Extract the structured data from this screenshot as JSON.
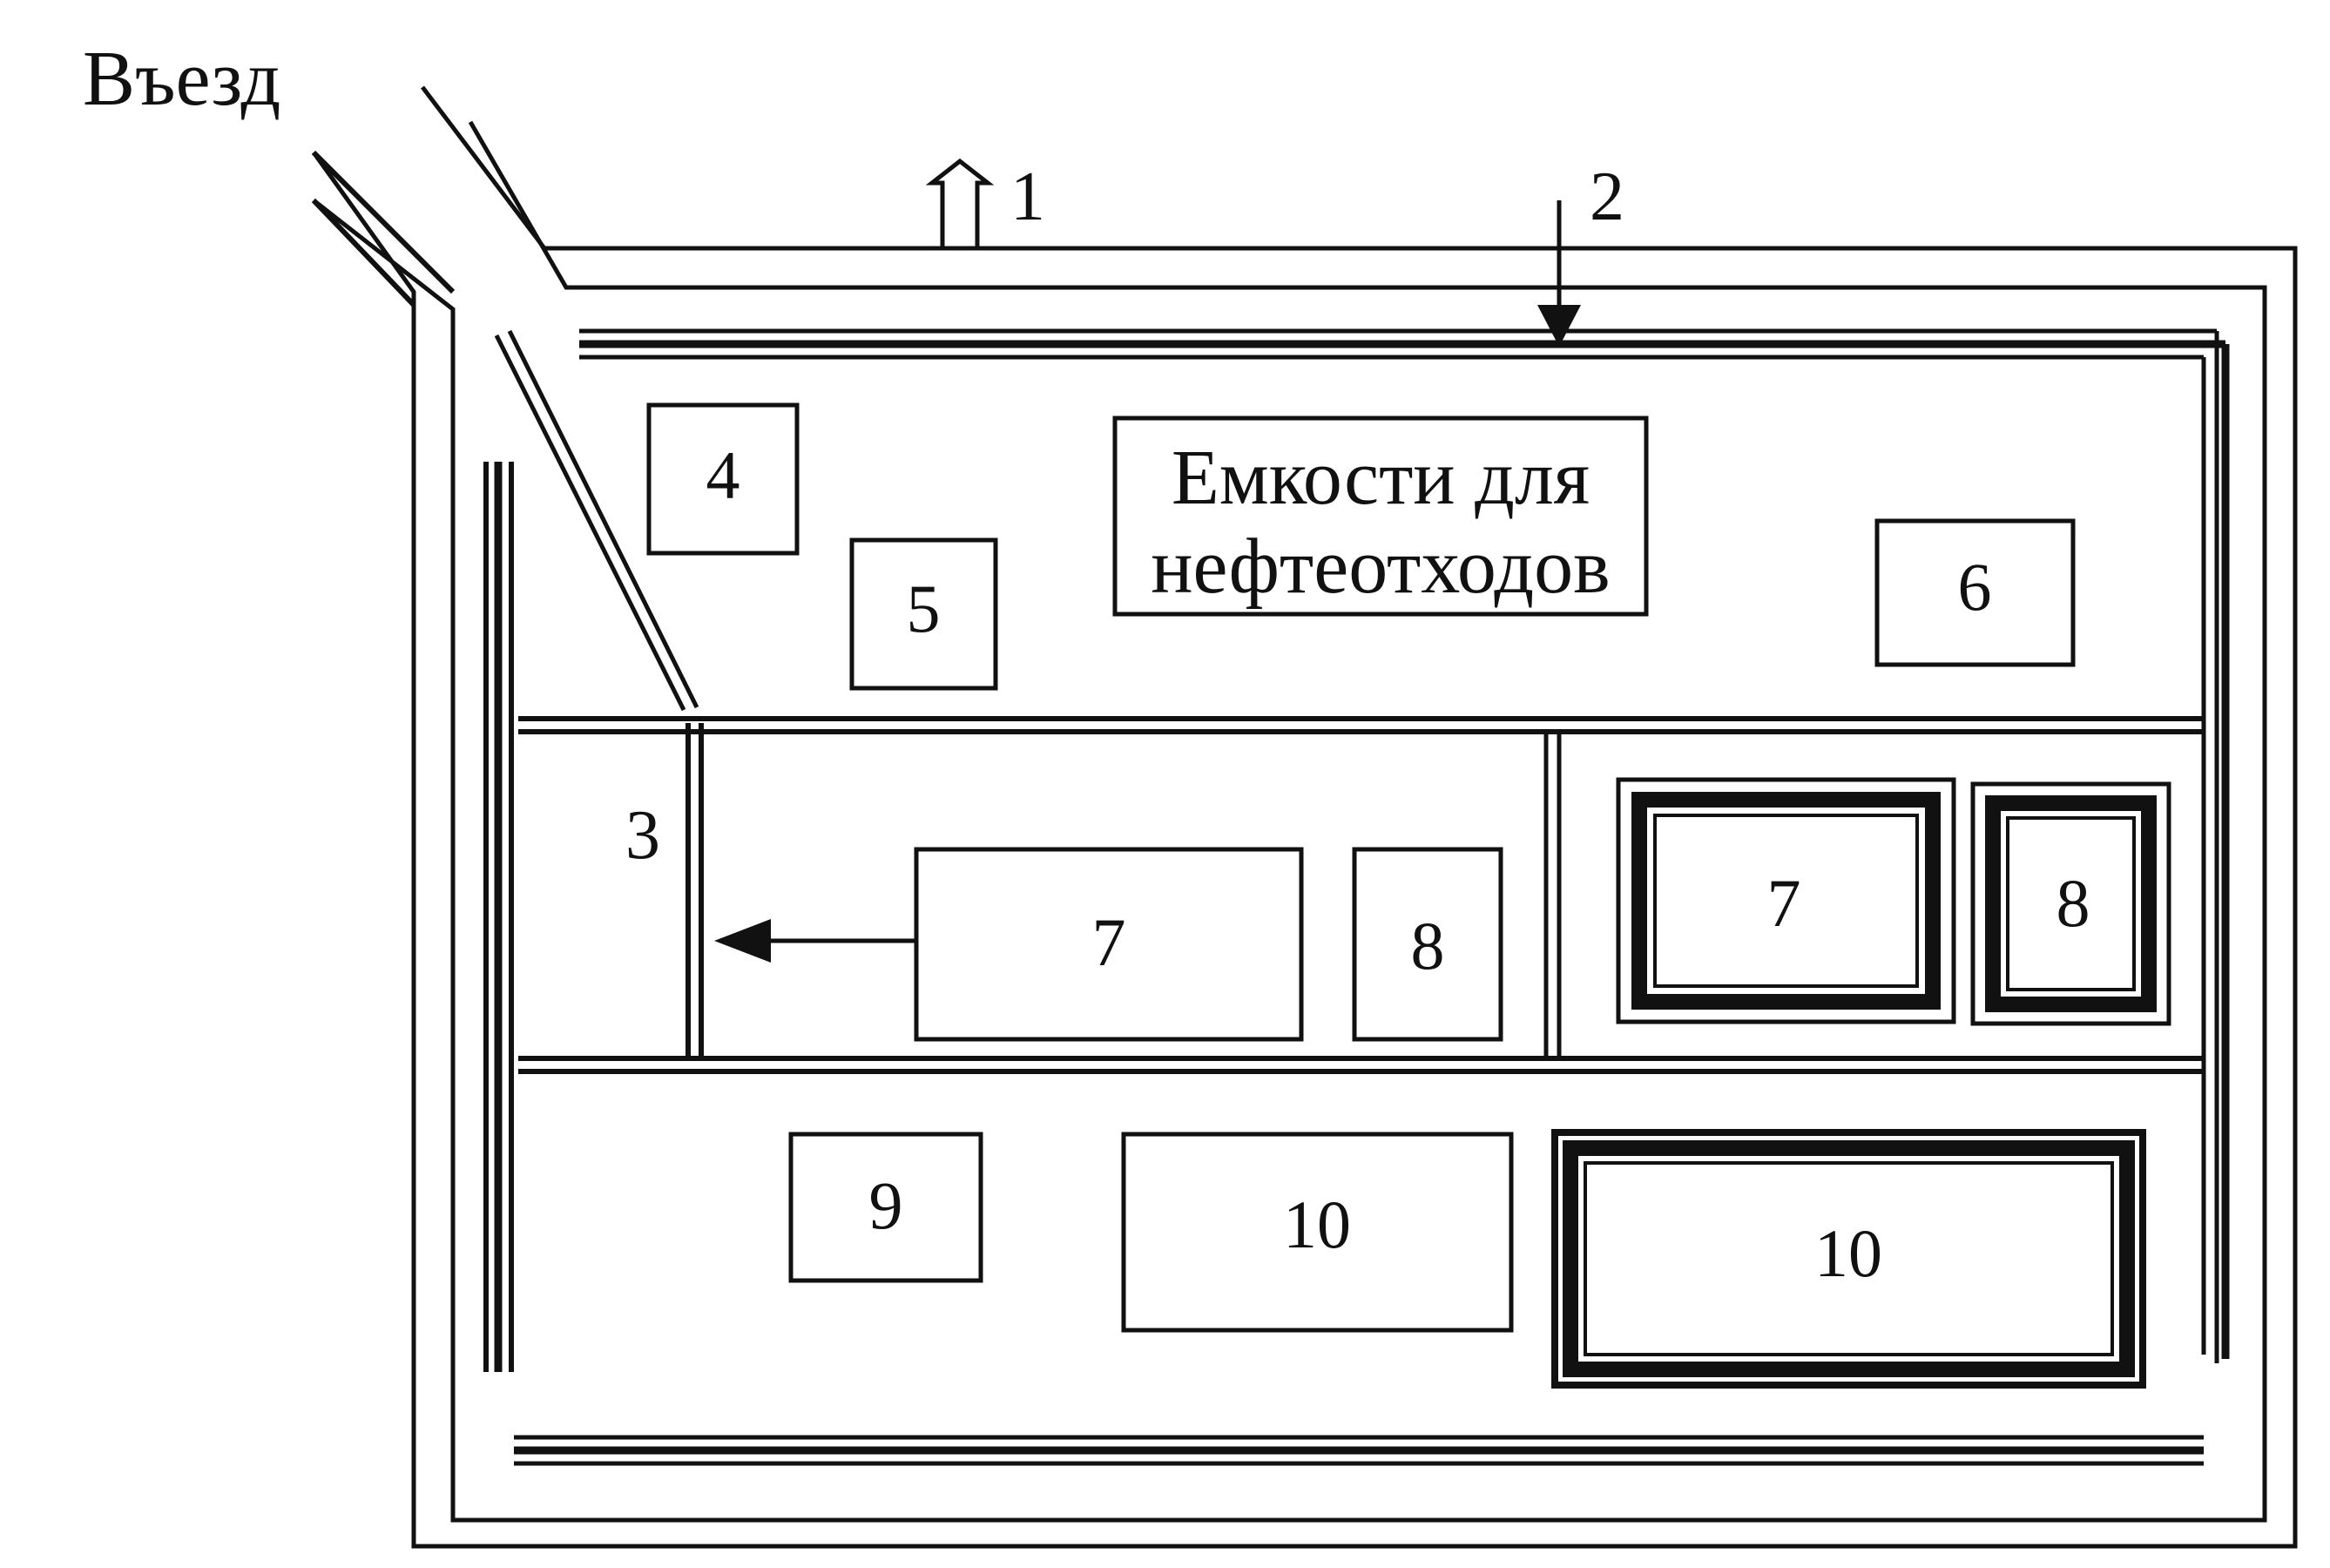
{
  "entrance_label": "Въезд",
  "tank_label_line1": "Емкости для",
  "tank_label_line2": "нефтеотходов",
  "markers": {
    "m1": "1",
    "m2": "2",
    "m3": "3"
  },
  "boxes": {
    "b4": "4",
    "b5": "5",
    "b6": "6",
    "b7a": "7",
    "b8a": "8",
    "b7b": "7",
    "b8b": "8",
    "b9": "9",
    "b10a": "10",
    "b10b": "10"
  },
  "colors": {
    "ink": "#111111",
    "background": "#ffffff"
  }
}
